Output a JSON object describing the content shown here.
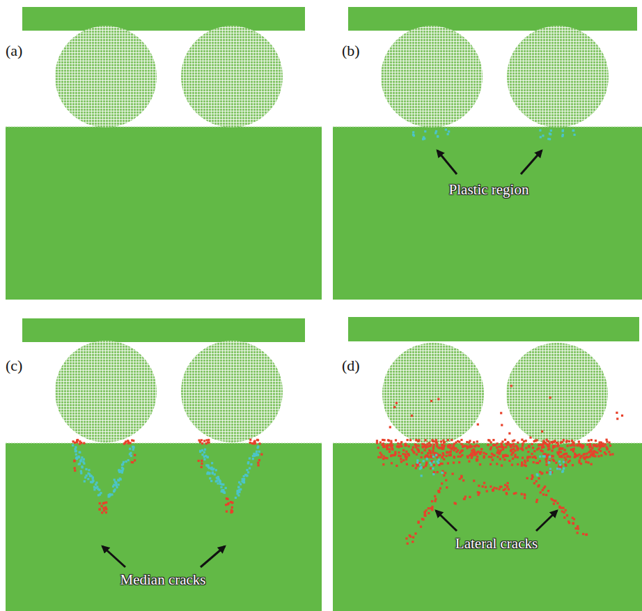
{
  "diagram": {
    "labels": [
      "(a)",
      "(b)",
      "Plastic region",
      "(c)",
      "Median cracks",
      "(d)",
      "Lateral cracks"
    ]
  }
}
